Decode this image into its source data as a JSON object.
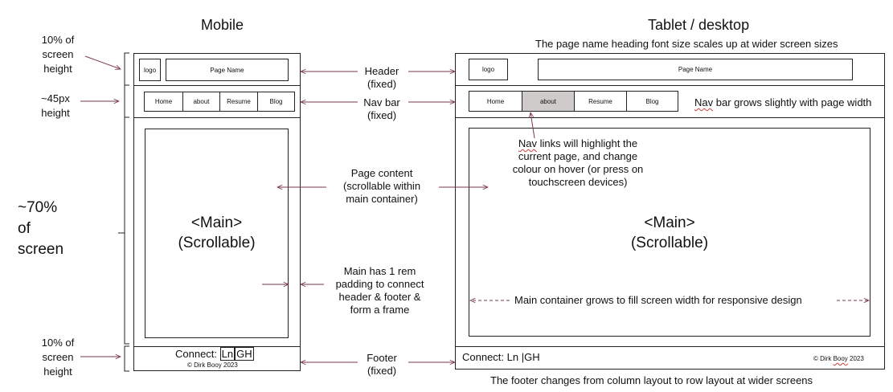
{
  "titles": {
    "mobile": "Mobile",
    "desktop": "Tablet / desktop",
    "desktop_subtitle": "The page name heading  font size scales up at wider screen sizes",
    "footer_bottom_note": "The footer changes from column layout to row layout at wider screens"
  },
  "left_annotations": {
    "header_height": [
      "10% of",
      "screen",
      "height"
    ],
    "nav_height": [
      "~45px",
      "height"
    ],
    "main_height": [
      "~70%",
      "of",
      "screen"
    ],
    "footer_height": [
      "10% of",
      "screen",
      "height"
    ]
  },
  "middle_labels": {
    "header": [
      "Header",
      "(fixed)"
    ],
    "nav": [
      "Nav bar",
      "(fixed)"
    ],
    "content": [
      "Page content",
      "(scrollable within",
      "main container)"
    ],
    "padding": [
      "Main has 1 rem",
      "padding to connect",
      "header & footer &",
      "form a frame"
    ],
    "footer": [
      "Footer",
      "(fixed)"
    ]
  },
  "mobile": {
    "logo": "logo",
    "page_name": "Page Name",
    "nav": [
      "Home",
      "about",
      "Resume",
      "Blog"
    ],
    "main_line1": "<Main>",
    "main_line2": "(Scrollable)",
    "footer_connect": "Connect:",
    "footer_ln": "Ln",
    "footer_gh": "GH",
    "copyright": "© Dirk Booy 2023"
  },
  "desktop": {
    "logo": "logo",
    "page_name": "Page Name",
    "nav": [
      "Home",
      "about",
      "Resume",
      "Blog"
    ],
    "nav_active_index": 1,
    "nav_note_word1": "Nav",
    "nav_note_rest": " bar grows slightly  with page width",
    "hover_note_word1": "Nav",
    "hover_note": [
      " links will highlight the",
      "current page, and change",
      "colour on hover (or press on",
      "touchscreen devices)"
    ],
    "main_line1": "<Main>",
    "main_line2": "(Scrollable)",
    "grow_note": "Main container grows to fill screen width for responsive design",
    "footer_connect": "Connect: Ln |GH",
    "copyright_pre": "© Dirk ",
    "copyright_word": "Booy",
    "copyright_post": " 2023"
  },
  "colors": {
    "arrow": "#7a3a4a",
    "active_nav": "#cfcbcb",
    "spell_underline": "#d63b3b"
  }
}
